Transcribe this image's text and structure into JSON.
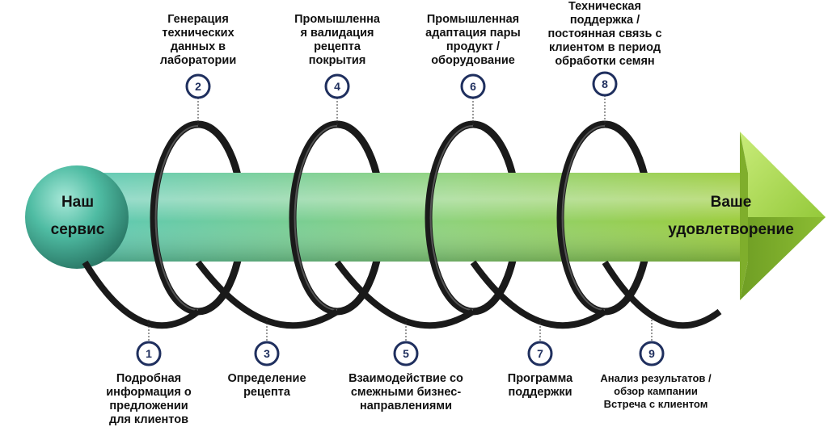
{
  "start_label": [
    "Наш",
    "сервис"
  ],
  "end_label": [
    "Ваше",
    "удовлетворение"
  ],
  "steps": [
    {
      "number": "1",
      "label": [
        "Подробная",
        "информация о",
        "предложении",
        "для клиентов"
      ]
    },
    {
      "number": "2",
      "label": [
        "Генерация",
        "технических",
        "данных в",
        "лаборатории"
      ]
    },
    {
      "number": "3",
      "label": [
        "Определение",
        "рецепта"
      ]
    },
    {
      "number": "4",
      "label": [
        "Промышленна",
        "я валидация",
        "рецепта",
        "покрытия"
      ]
    },
    {
      "number": "5",
      "label": [
        "Взаимодействие со",
        "смежными бизнес-",
        "направлениями"
      ]
    },
    {
      "number": "6",
      "label": [
        "Промышленная",
        "адаптация пары",
        "продукт /",
        "оборудование"
      ]
    },
    {
      "number": "7",
      "label": [
        "Программа",
        "поддержки"
      ]
    },
    {
      "number": "8",
      "label": [
        "Техническая",
        "поддержка /",
        "постоянная связь с",
        "клиентом в период",
        "обработки семян"
      ]
    },
    {
      "number": "9",
      "label": [
        "Анализ результатов /",
        "обзор кампании",
        "Встреча с клиентом"
      ]
    }
  ],
  "colors": {
    "arrow_start": "#5ec9b4",
    "arrow_end": "#9ccc3a",
    "sphere": "#4ab49c",
    "coil": "#1a1a1a",
    "marker_ring": "#1f2f5e"
  }
}
